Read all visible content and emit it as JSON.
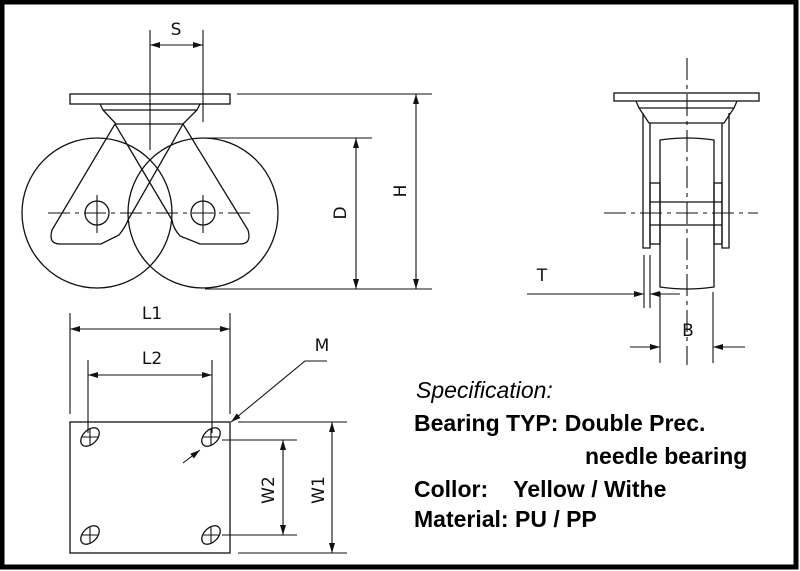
{
  "labels": {
    "s": "S",
    "d": "D",
    "h": "H",
    "t": "T",
    "b": "B",
    "l1": "L1",
    "l2": "L2",
    "m": "M",
    "w1": "W1",
    "w2": "W2"
  },
  "specification": {
    "title": "Specification:",
    "bearing": "Bearing TYP: Double Prec.",
    "bearing_cont": "needle bearing",
    "color": "Collor:    Yellow / Withe",
    "material": "Material: PU / PP"
  },
  "colors": {
    "line": "#111111",
    "frame": "#000000",
    "background": "#ffffff"
  }
}
